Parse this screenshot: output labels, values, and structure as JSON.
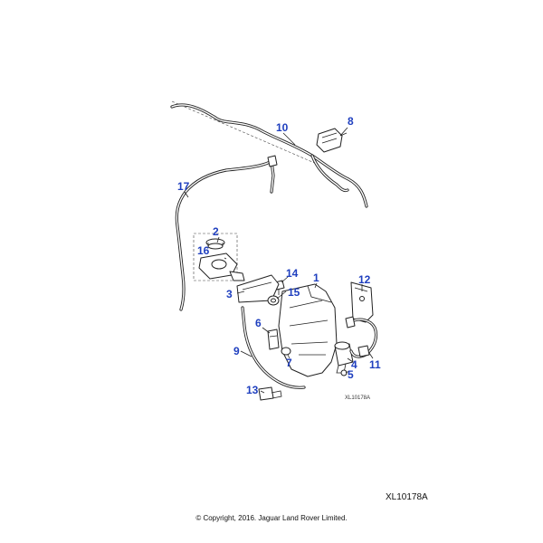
{
  "diagram_ref": "XL10178A",
  "diagram_ref_small": "XL10178A",
  "copyright": "© Copyright, 2016. Jaguar Land Rover Limited.",
  "callout_color": "#1f3fbf",
  "callouts": [
    {
      "num": "10",
      "part": "hose-10"
    },
    {
      "num": "8",
      "part": "bracket-8"
    },
    {
      "num": "17",
      "part": "hose-17"
    },
    {
      "num": "2",
      "part": "cap-2"
    },
    {
      "num": "16",
      "part": "filler-neck-16"
    },
    {
      "num": "14",
      "part": "bolt-14"
    },
    {
      "num": "3",
      "part": "filler-tube-3"
    },
    {
      "num": "15",
      "part": "grommet-15"
    },
    {
      "num": "1",
      "part": "reservoir-1"
    },
    {
      "num": "12",
      "part": "bracket-12"
    },
    {
      "num": "6",
      "part": "sensor-6"
    },
    {
      "num": "9",
      "part": "hose-9"
    },
    {
      "num": "7",
      "part": "seal-7"
    },
    {
      "num": "4",
      "part": "pump-4"
    },
    {
      "num": "11",
      "part": "harness-11"
    },
    {
      "num": "5",
      "part": "grommet-5"
    },
    {
      "num": "13",
      "part": "bolt-13"
    }
  ]
}
